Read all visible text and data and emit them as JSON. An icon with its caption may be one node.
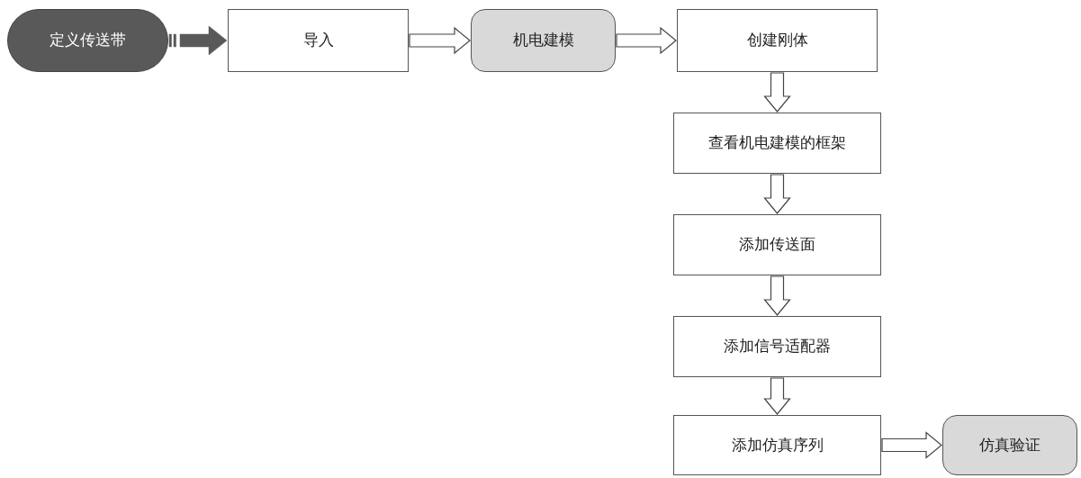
{
  "diagram": {
    "nodes": [
      {
        "text": [
          "定义传送带"
        ]
      },
      {
        "text": [
          "导入"
        ]
      },
      {
        "text": [
          "机电建模"
        ]
      },
      {
        "text": [
          "创建刚体"
        ]
      },
      {
        "text": [
          "查看机电建模的框架"
        ]
      },
      {
        "text": [
          "添加传送面"
        ]
      },
      {
        "text": [
          "添加信号适配器"
        ]
      },
      {
        "text": [
          "添加仿真序列"
        ]
      },
      {
        "text": [
          "仿真验证"
        ]
      }
    ],
    "edges": [
      {
        "from": 0,
        "to": 1,
        "arrow": "to",
        "style": "thick",
        "color": "#595959"
      },
      {
        "from": 1,
        "to": 2,
        "arrow": "to"
      },
      {
        "from": 2,
        "to": 3,
        "arrow": "to"
      },
      {
        "from": 3,
        "to": 4,
        "arrow": "to"
      },
      {
        "from": 4,
        "to": 5,
        "arrow": "to"
      },
      {
        "from": 5,
        "to": 6,
        "arrow": "to"
      },
      {
        "from": 6,
        "to": 7,
        "arrow": "to"
      },
      {
        "from": 7,
        "to": 8,
        "arrow": "to"
      }
    ]
  }
}
